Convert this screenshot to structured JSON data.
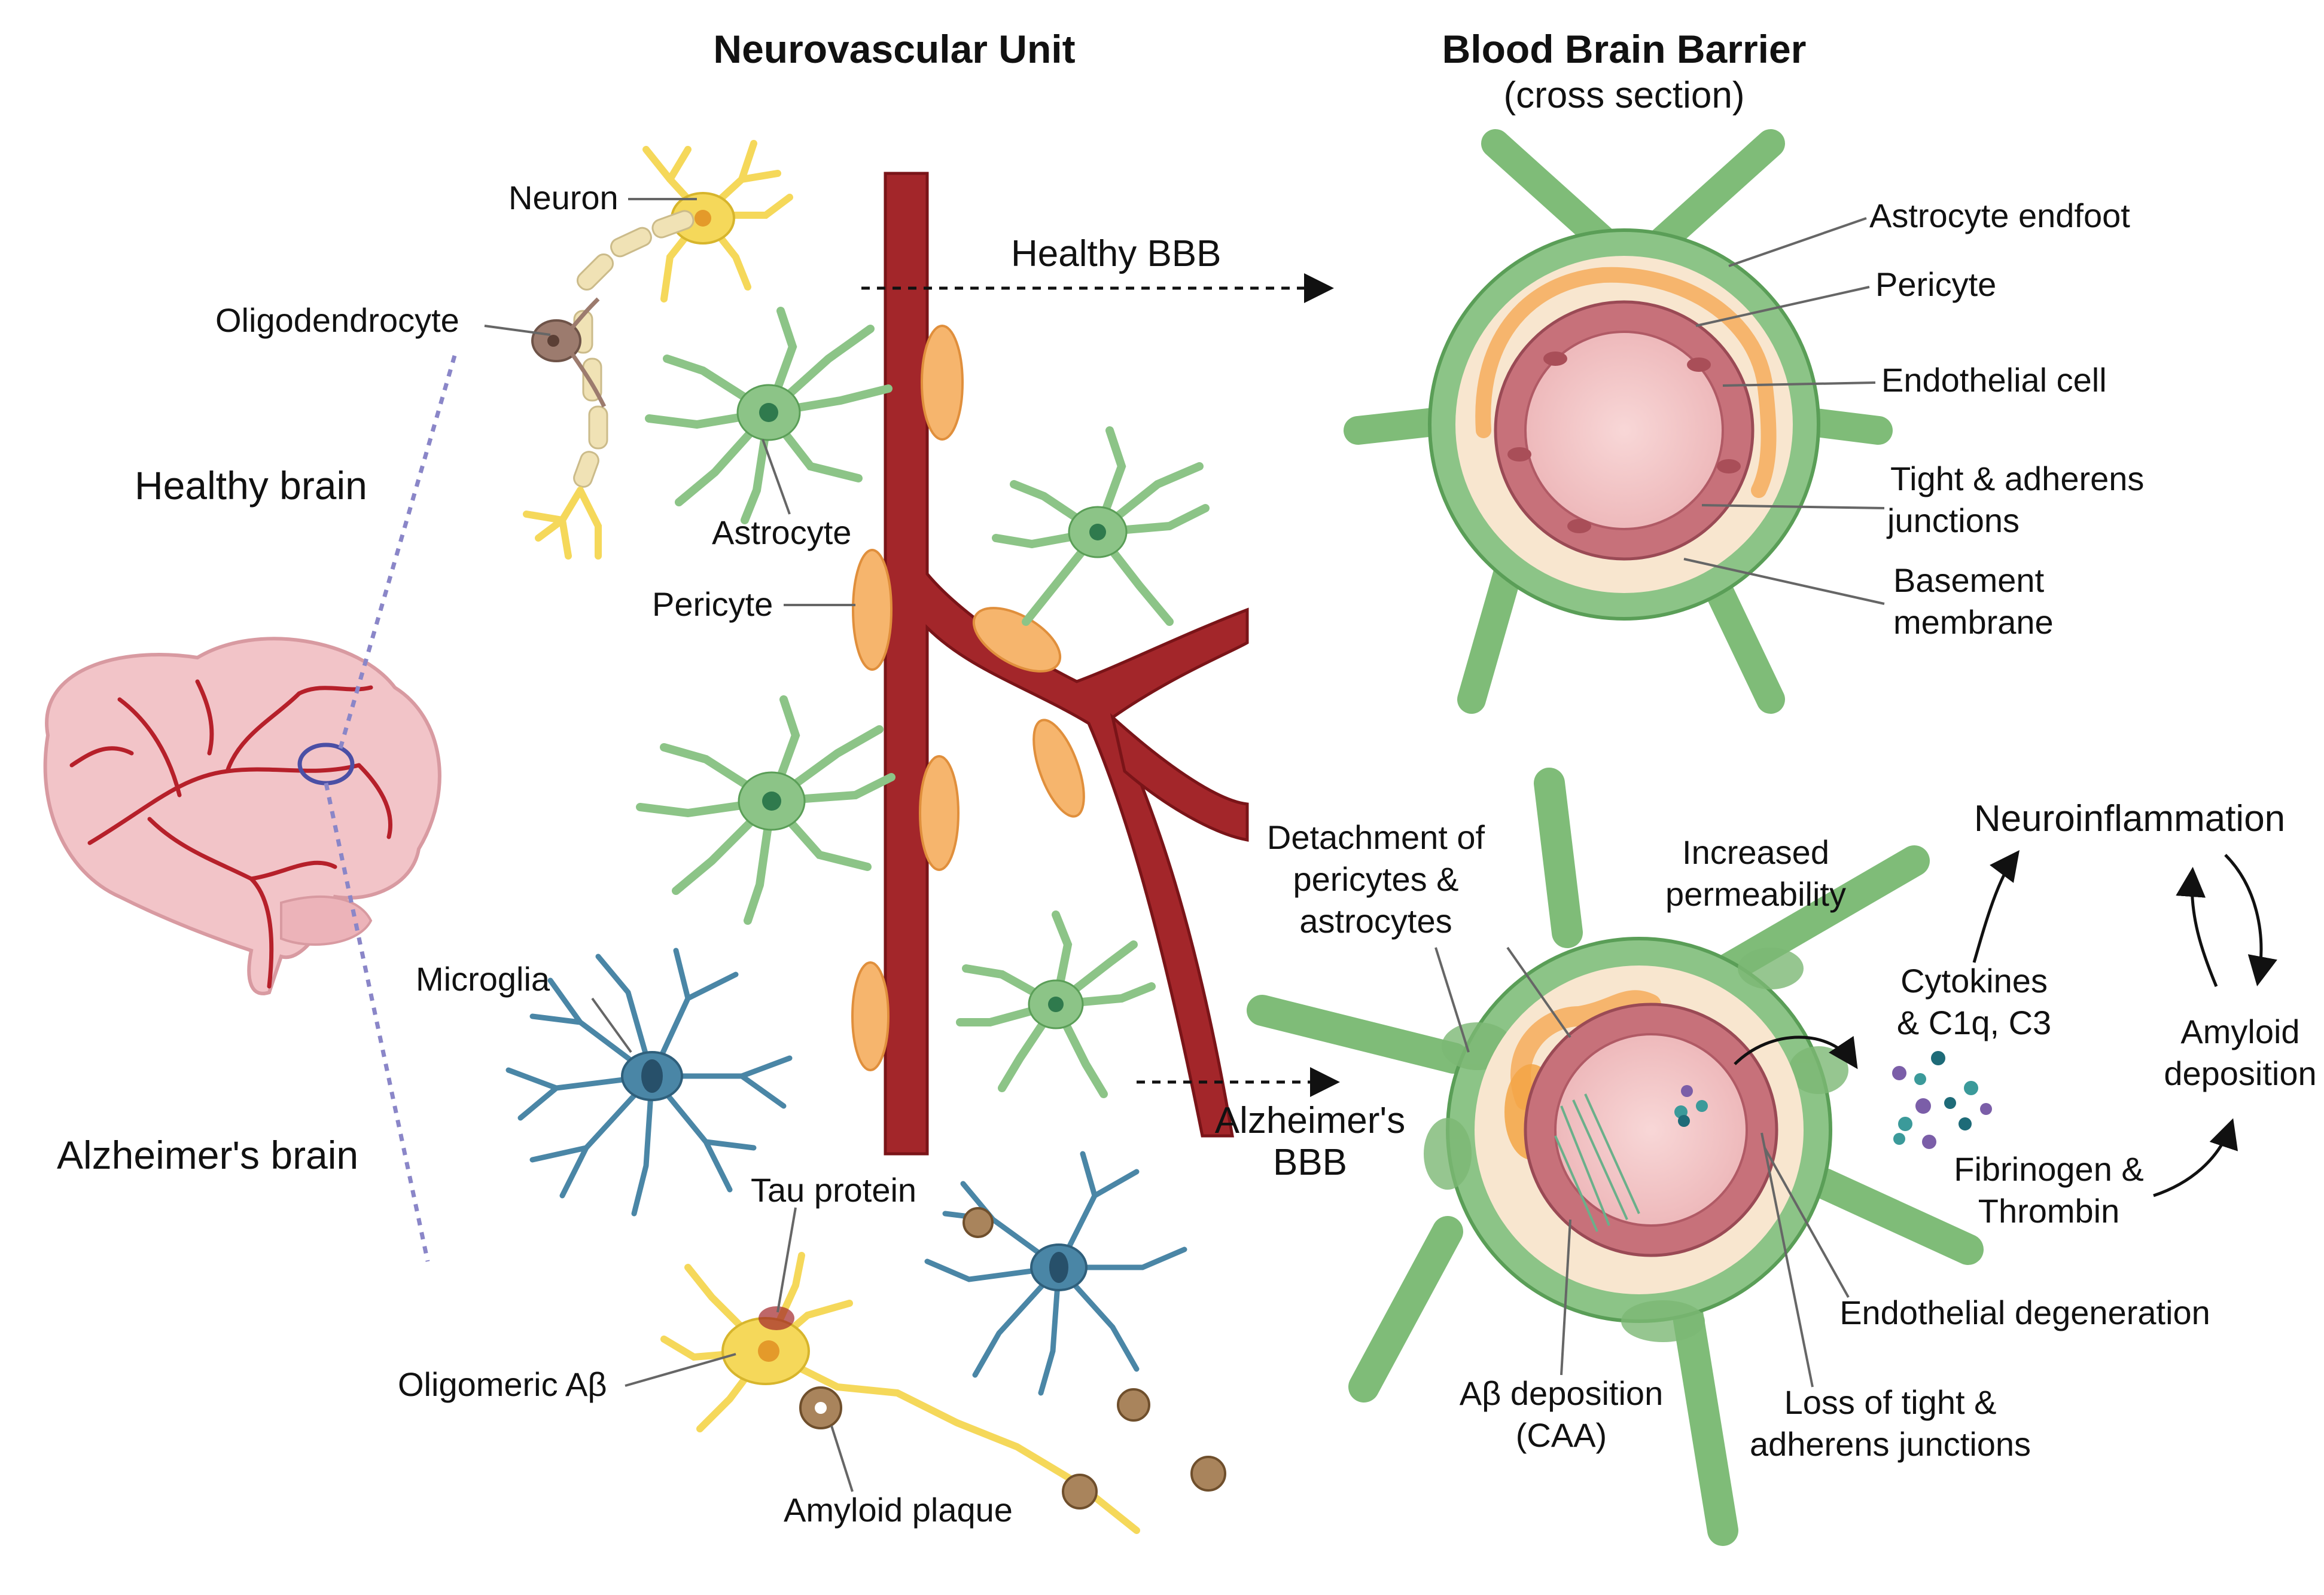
{
  "titles": {
    "nvu": "Neurovascular Unit",
    "bbb": "Blood Brain Barrier",
    "bbb_sub": "(cross section)"
  },
  "brain": {
    "healthy": "Healthy brain",
    "alzheimers": "Alzheimer's brain"
  },
  "nvu_labels": {
    "neuron": "Neuron",
    "oligodendrocyte": "Oligodendrocyte",
    "astrocyte": "Astrocyte",
    "pericyte": "Pericyte",
    "microglia": "Microglia",
    "tau": "Tau protein",
    "oligomeric": "Oligomeric Aβ",
    "plaque": "Amyloid plaque"
  },
  "arrows": {
    "healthy_bbb": "Healthy BBB",
    "alz_bbb_1": "Alzheimer's",
    "alz_bbb_2": "BBB"
  },
  "healthy_bbb_labels": {
    "endfoot": "Astrocyte endfoot",
    "pericyte": "Pericyte",
    "endothelial": "Endothelial cell",
    "tight_1": "Tight & adherens",
    "tight_2": "junctions",
    "basement_1": "Basement",
    "basement_2": "membrane"
  },
  "alz_bbb_labels": {
    "detach_1": "Detachment of",
    "detach_2": "pericytes &",
    "detach_3": "astrocytes",
    "perm_1": "Increased",
    "perm_2": "permeability",
    "neuroinflammation": "Neuroinflammation",
    "cytokines_1": "Cytokines",
    "cytokines_2": "& C1q, C3",
    "amyloid_1": "Amyloid",
    "amyloid_2": "deposition",
    "fibrinogen_1": "Fibrinogen &",
    "fibrinogen_2": "Thrombin",
    "endo_degen": "Endothelial degeneration",
    "loss_1": "Loss of tight &",
    "loss_2": "adherens junctions",
    "abeta_1": "Aβ deposition",
    "abeta_2": "(CAA)"
  },
  "colors": {
    "vessel": "#a3262a",
    "astrocyte": "#8cc487",
    "microglia": "#4a86a6",
    "neuron": "#f5d85a",
    "pericyte": "#f6b56d",
    "brain": "#f2c4c8",
    "basement": "#f8e6cf",
    "endothelium": "#c7717a",
    "lumen": "#f4cccc"
  }
}
